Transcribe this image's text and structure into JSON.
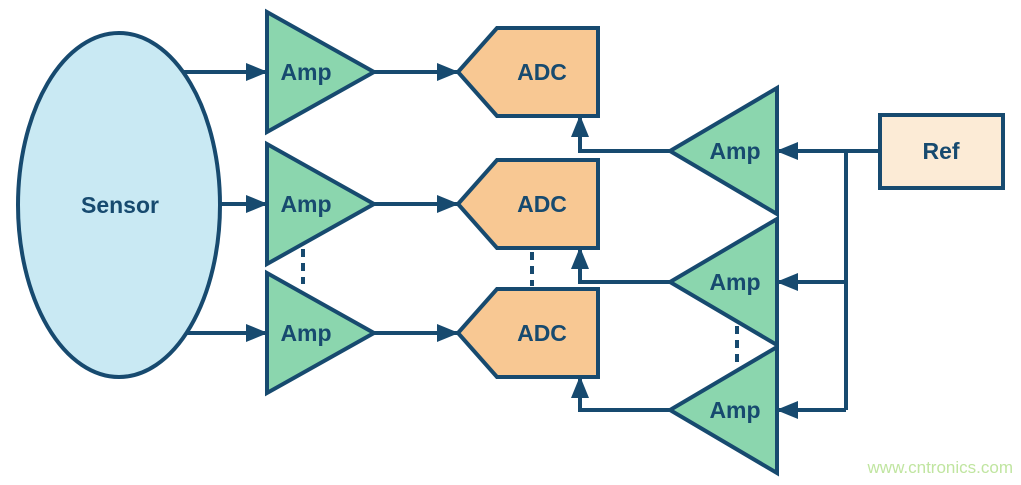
{
  "diagram": {
    "sensor": {
      "label": "Sensor"
    },
    "input_amps": [
      {
        "label": "Amp"
      },
      {
        "label": "Amp"
      },
      {
        "label": "Amp"
      }
    ],
    "adcs": [
      {
        "label": "ADC"
      },
      {
        "label": "ADC"
      },
      {
        "label": "ADC"
      }
    ],
    "ref_amps": [
      {
        "label": "Amp"
      },
      {
        "label": "Amp"
      },
      {
        "label": "Amp"
      }
    ],
    "ref": {
      "label": "Ref"
    }
  },
  "watermark": {
    "text": "www.cntronics.com"
  },
  "colors": {
    "outline_navy": "#174a6f",
    "amp_green": "#8bd6ae",
    "adc_orange": "#f8c893",
    "ref_cream": "#fcebd6",
    "sensor_blue": "#c9e9f3",
    "watermark_green": "#c0e5a0",
    "background": "#ffffff"
  }
}
